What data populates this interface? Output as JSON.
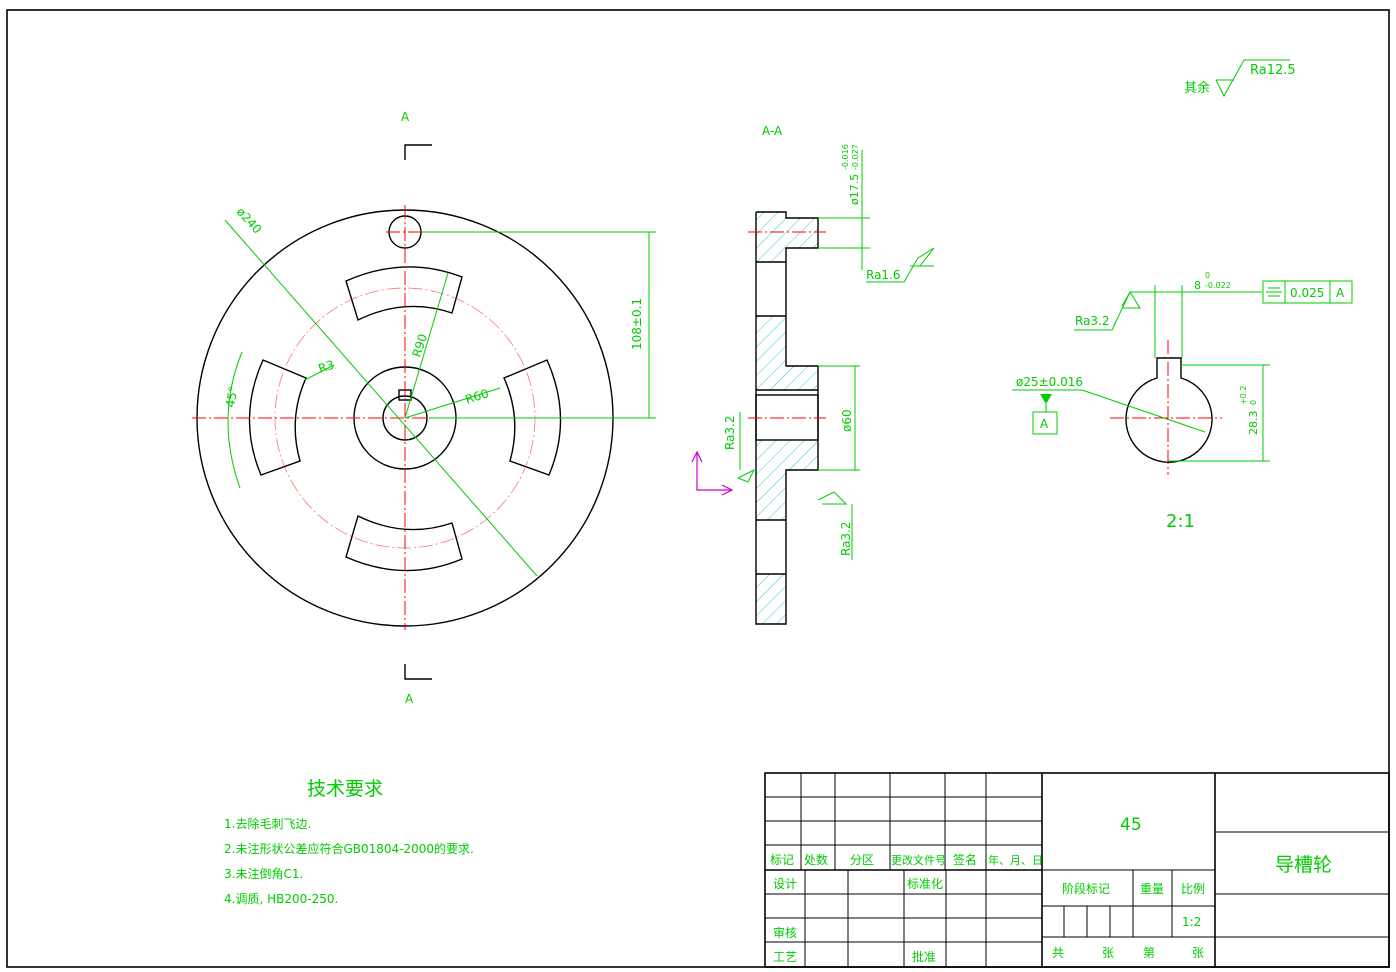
{
  "section_marks": {
    "front_top": "A",
    "front_bottom": "A",
    "section_title": "A-A"
  },
  "dimensions": {
    "dia_240": "ø240",
    "r90": "R90",
    "r60": "R60",
    "r3": "R3",
    "angle_45": "45°",
    "height_108": "108±0.1",
    "bore_17_5": "ø17.5",
    "bore_17_5_tol_upper": "-0.016",
    "bore_17_5_tol_lower": "-0.027",
    "dia_60": "ø60",
    "key_width": "8",
    "key_width_tol_upper": "0",
    "key_width_tol_lower": "-0.022",
    "key_depth": "28.3",
    "key_depth_tol_upper": "+0.2",
    "key_depth_tol_lower": "0",
    "bore_25": "ø25±0.016"
  },
  "roughness": {
    "other": "其余",
    "other_value": "Ra12.5",
    "ra16": "Ra1.6",
    "ra32_left": "Ra3.2",
    "ra32_right": "Ra3.2",
    "ra32_detail": "Ra3.2"
  },
  "tolerance_frame": {
    "value": "0.025",
    "datum": "A"
  },
  "datum_label": "A",
  "detail_scale": "2:1",
  "tech_requirements": {
    "title": "技术要求",
    "items": [
      "1.去除毛刺飞边.",
      "2.未注形状公差应符合GB01804-2000的要求.",
      "3.未注倒角C1.",
      "4.调质, HB200-250."
    ]
  },
  "title_block": {
    "material": "45",
    "part_name": "导槽轮",
    "headers": [
      "标记",
      "处数",
      "分区",
      "更改文件号",
      "签名",
      "年、月、日"
    ],
    "design": "设计",
    "standardize": "标准化",
    "review": "审核",
    "process": "工艺",
    "approve": "批准",
    "stage_mark": "阶段标记",
    "weight": "重量",
    "ratio": "比例",
    "ratio_value": "1:2",
    "total": "共",
    "sheets": "张",
    "sheet_no": "第",
    "sheet_unit": "张"
  }
}
